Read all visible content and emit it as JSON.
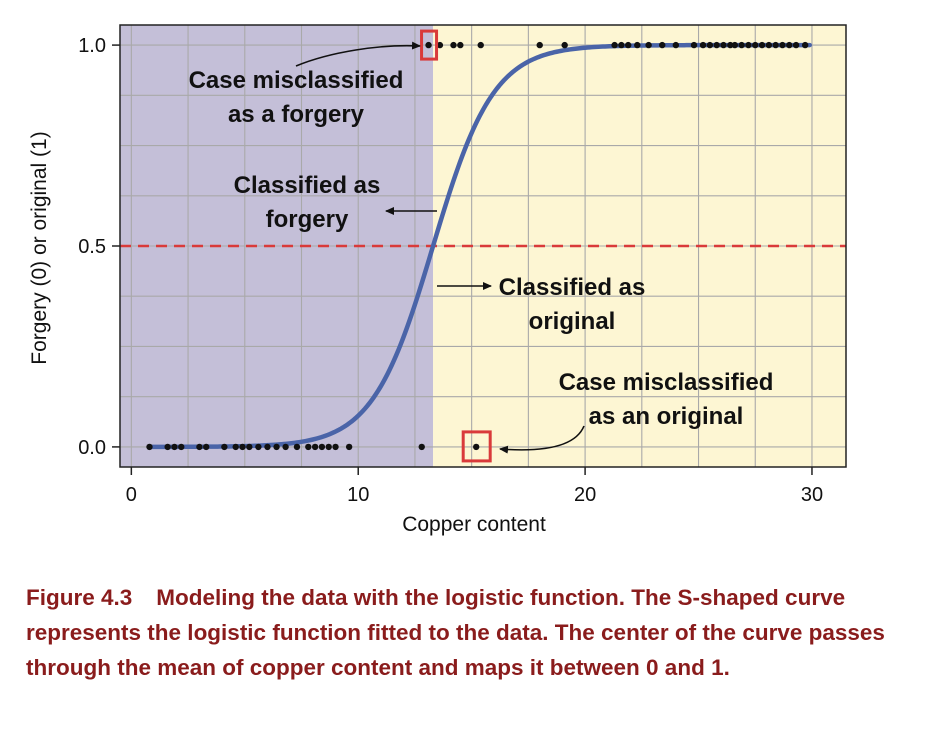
{
  "chart_data": {
    "type": "scatter",
    "xlabel": "Copper content",
    "ylabel": "Forgery (0) or original (1)",
    "xlim": [
      -0.5,
      31.5
    ],
    "ylim": [
      -0.05,
      1.05
    ],
    "x_ticks": [
      0,
      10,
      20,
      30
    ],
    "x_tick_labels": [
      "0",
      "10",
      "20",
      "30"
    ],
    "y_ticks": [
      0.0,
      0.5,
      1.0
    ],
    "y_tick_labels": [
      "0.0",
      "0.5",
      "1.0"
    ],
    "grid": true,
    "decision_threshold_x": 13.3,
    "threshold_line_y": 0.5,
    "region_colors": {
      "forgery": "#c4bfd8",
      "original": "#fdf6d3"
    },
    "curve_color": "#4a64a8",
    "threshold_line_color": "#d93a3a",
    "highlight_box_color": "#d93a3a",
    "logistic_curve": {
      "midpoint": 13.3,
      "steepness": 0.75
    },
    "series": [
      {
        "y_value": 0,
        "x": [
          0.8,
          1.6,
          1.9,
          2.2,
          3.0,
          3.3,
          4.1,
          4.6,
          4.9,
          5.2,
          5.6,
          6.0,
          6.4,
          6.8,
          7.3,
          7.8,
          8.1,
          8.4,
          8.7,
          9.0,
          9.6,
          12.8,
          15.2
        ]
      },
      {
        "y_value": 1,
        "x": [
          13.1,
          13.6,
          14.2,
          14.5,
          15.4,
          18.0,
          19.1,
          21.3,
          21.6,
          21.9,
          22.3,
          22.8,
          23.4,
          24.0,
          24.8,
          25.2,
          25.5,
          25.8,
          26.1,
          26.4,
          26.6,
          26.9,
          27.2,
          27.5,
          27.8,
          28.1,
          28.4,
          28.7,
          29.0,
          29.3,
          29.7
        ]
      }
    ],
    "annotations": {
      "misclassified_forgery": [
        "Case misclassified",
        "as a forgery"
      ],
      "classified_forgery": [
        "Classified as",
        "forgery"
      ],
      "classified_original": [
        "Classified as",
        "original"
      ],
      "misclassified_original": [
        "Case misclassified",
        "as an original"
      ]
    }
  },
  "caption": {
    "number": "Figure 4.3",
    "text": "Modeling the data with the logistic function. The S-shaped curve represents the logistic function fitted to the data. The center of the curve passes through the mean of copper content and maps it between 0 and 1."
  }
}
